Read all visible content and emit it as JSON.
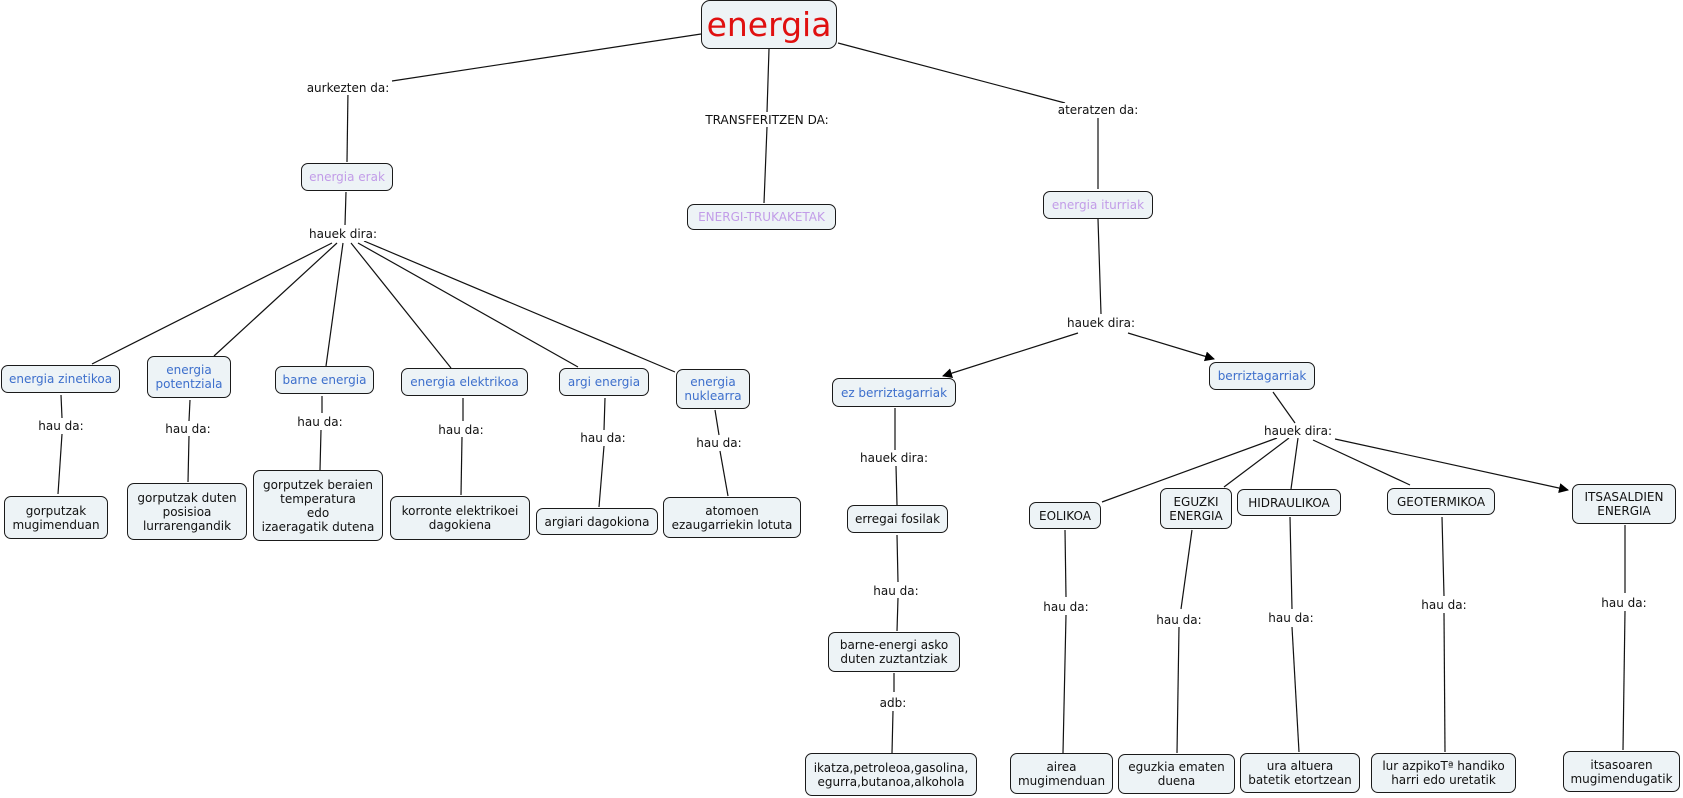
{
  "root": {
    "label": "energia"
  },
  "nodes": {
    "energia_erak": "energia erak",
    "energi_trukaketak": "ENERGI-TRUKAKETAK",
    "energia_iturriak": "energia iturriak",
    "zinetikoa": "energia zinetikoa",
    "potentziala": "energia\npotentziala",
    "barne": "barne energia",
    "elektrikoa": "energia elektrikoa",
    "argi": "argi energia",
    "nuklearra": "energia\nnuklearra",
    "zinetikoa_def": "gorputzak\nmugimenduan",
    "potentziala_def": "gorputzak duten\nposisioa\nlurrarengandik",
    "barne_def": "gorputzek beraien\ntemperatura\nedo\nizaeragatik dutena",
    "elektrikoa_def": "korronte elektrikoei\ndagokiena",
    "argi_def": "argiari dagokiona",
    "nuklearra_def": "atomoen\nezaugarriekin lotuta",
    "ez_berriztagarriak": "ez berriztagarriak",
    "berriztagarriak": "berriztagarriak",
    "erregai_fosilak": "erregai fosilak",
    "barne_energi_asko": "barne-energi asko\nduten zuztantziak",
    "adibideak": "ikatza,petroleoa,gasolina,\negurra,butanoa,alkohola",
    "eolikoa": "EOLIKOA",
    "eguzki": "EGUZKI\nENERGIA",
    "hidraulikoa": "HIDRAULIKOA",
    "geotermikoa": "GEOTERMIKOA",
    "itsasaldien": "ITSASALDIEN\nENERGIA",
    "eolikoa_def": "airea\nmugimenduan",
    "eguzki_def": "eguzkia ematen\nduena",
    "hidraulikoa_def": "ura altuera\nbatetik etortzean",
    "geotermikoa_def": "lur azpikoTª handiko\nharri edo uretatik",
    "itsasaldien_def": "itsasoaren\nmugimendugatik"
  },
  "links": {
    "aurkezten_da": "aurkezten da:",
    "transferitzen_da": "TRANSFERITZEN DA:",
    "ateratzen_da": "ateratzen da:",
    "hauek_dira_erak": "hauek dira:",
    "hauek_dira_iturriak": "hauek dira:",
    "hauek_dira_ez": "hauek dira:",
    "hauek_dira_berri": "hauek dira:",
    "hau_da": "hau da:",
    "adb": "adb:"
  }
}
